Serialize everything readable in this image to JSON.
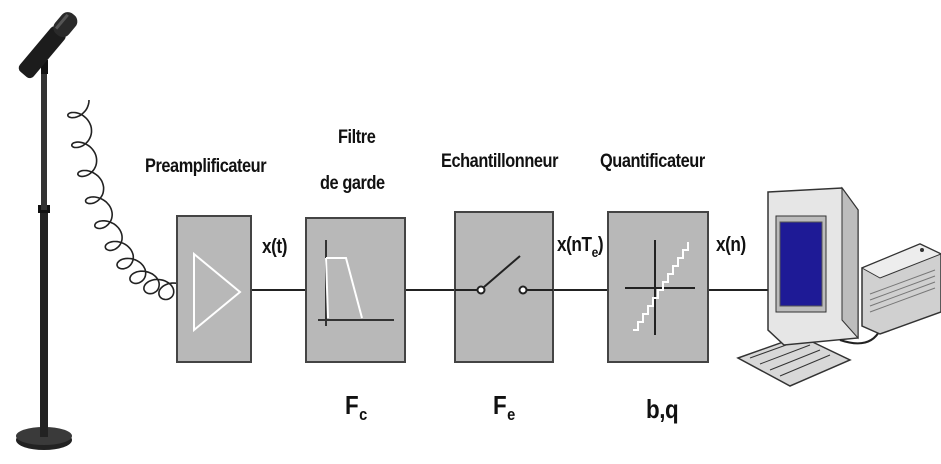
{
  "stages": {
    "preamp": {
      "title": "Preamplificateur"
    },
    "filter": {
      "title_line1": "Filtre",
      "title_line2": "de garde",
      "param_main": "F",
      "param_sub": "c"
    },
    "sampler": {
      "title": "Echantillonneur",
      "param_main": "F",
      "param_sub": "e"
    },
    "quantizer": {
      "title": "Quantificateur",
      "param": "b,q"
    }
  },
  "signals": {
    "preamp_out": "x(t)",
    "sampler_out_main": "x(nT",
    "sampler_out_sub": "e",
    "sampler_out_close": ")",
    "quantizer_out": "x(n)"
  },
  "devices": {
    "source": "microphone-icon",
    "sink": "computer-icon"
  }
}
